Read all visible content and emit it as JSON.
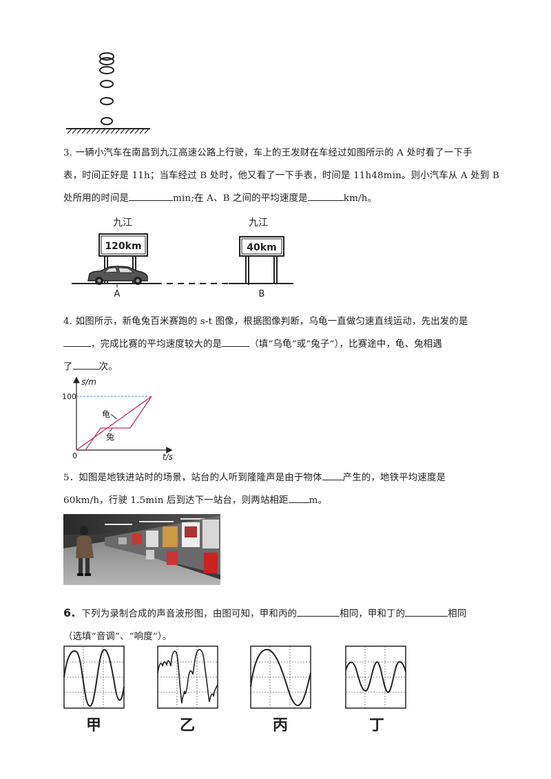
{
  "q3": {
    "line1": "3. 一辆小汽车在南昌到九江高速公路上行驶，车上的王发财在车经过如图所示的 A 处时看了一下手",
    "line2": "表，时间正好是 11h；当车经过 B 处时，他又看了一下手表，时间是 11h48min。则小汽车从 A 处到 B",
    "line3_a": "处所用的时间是",
    "line3_b": "min;在 A、B 之间的平均速度是",
    "line3_c": "km/h。",
    "sign_a_city": "九江",
    "sign_a_dist": "120km",
    "sign_b_city": "九江",
    "sign_b_dist": "40km",
    "point_a": "A",
    "point_b": "B"
  },
  "q4": {
    "line1": "4. 如图所示，新龟兔百米赛跑的 s-t 图像，根据图像判断，乌龟一直做匀速直线运动，先出发的是",
    "line2_a": "，完成比赛的平均速度较大的是",
    "line2_b": "（填“乌龟”或“兔子”），比赛途中，龟、兔相遇",
    "line3_a": "了",
    "line3_b": "次。",
    "y_axis": "s/m",
    "x_axis": "t/s",
    "y_tick": "100",
    "origin": "0",
    "turtle": "龟",
    "rabbit": "兔"
  },
  "q5": {
    "line1_a": "5．如图是地铁进站时的场景，站台的人听到隆隆声是由于物体",
    "line1_b": "产生的，地铁平均速度是",
    "line2_a": "60km/h，行驶 1.5min 后到达下一站台，则两站相距",
    "line2_b": "m。"
  },
  "q6": {
    "num": "6.",
    "line1_a": "下列为录制合成的声音波形图，由图可知，甲和丙的",
    "line1_b": "相同，甲和丁的",
    "line1_c": "相同",
    "line2": "（选填“音调”、“响度”）。",
    "labels": [
      "甲",
      "乙",
      "丙",
      "丁"
    ]
  }
}
